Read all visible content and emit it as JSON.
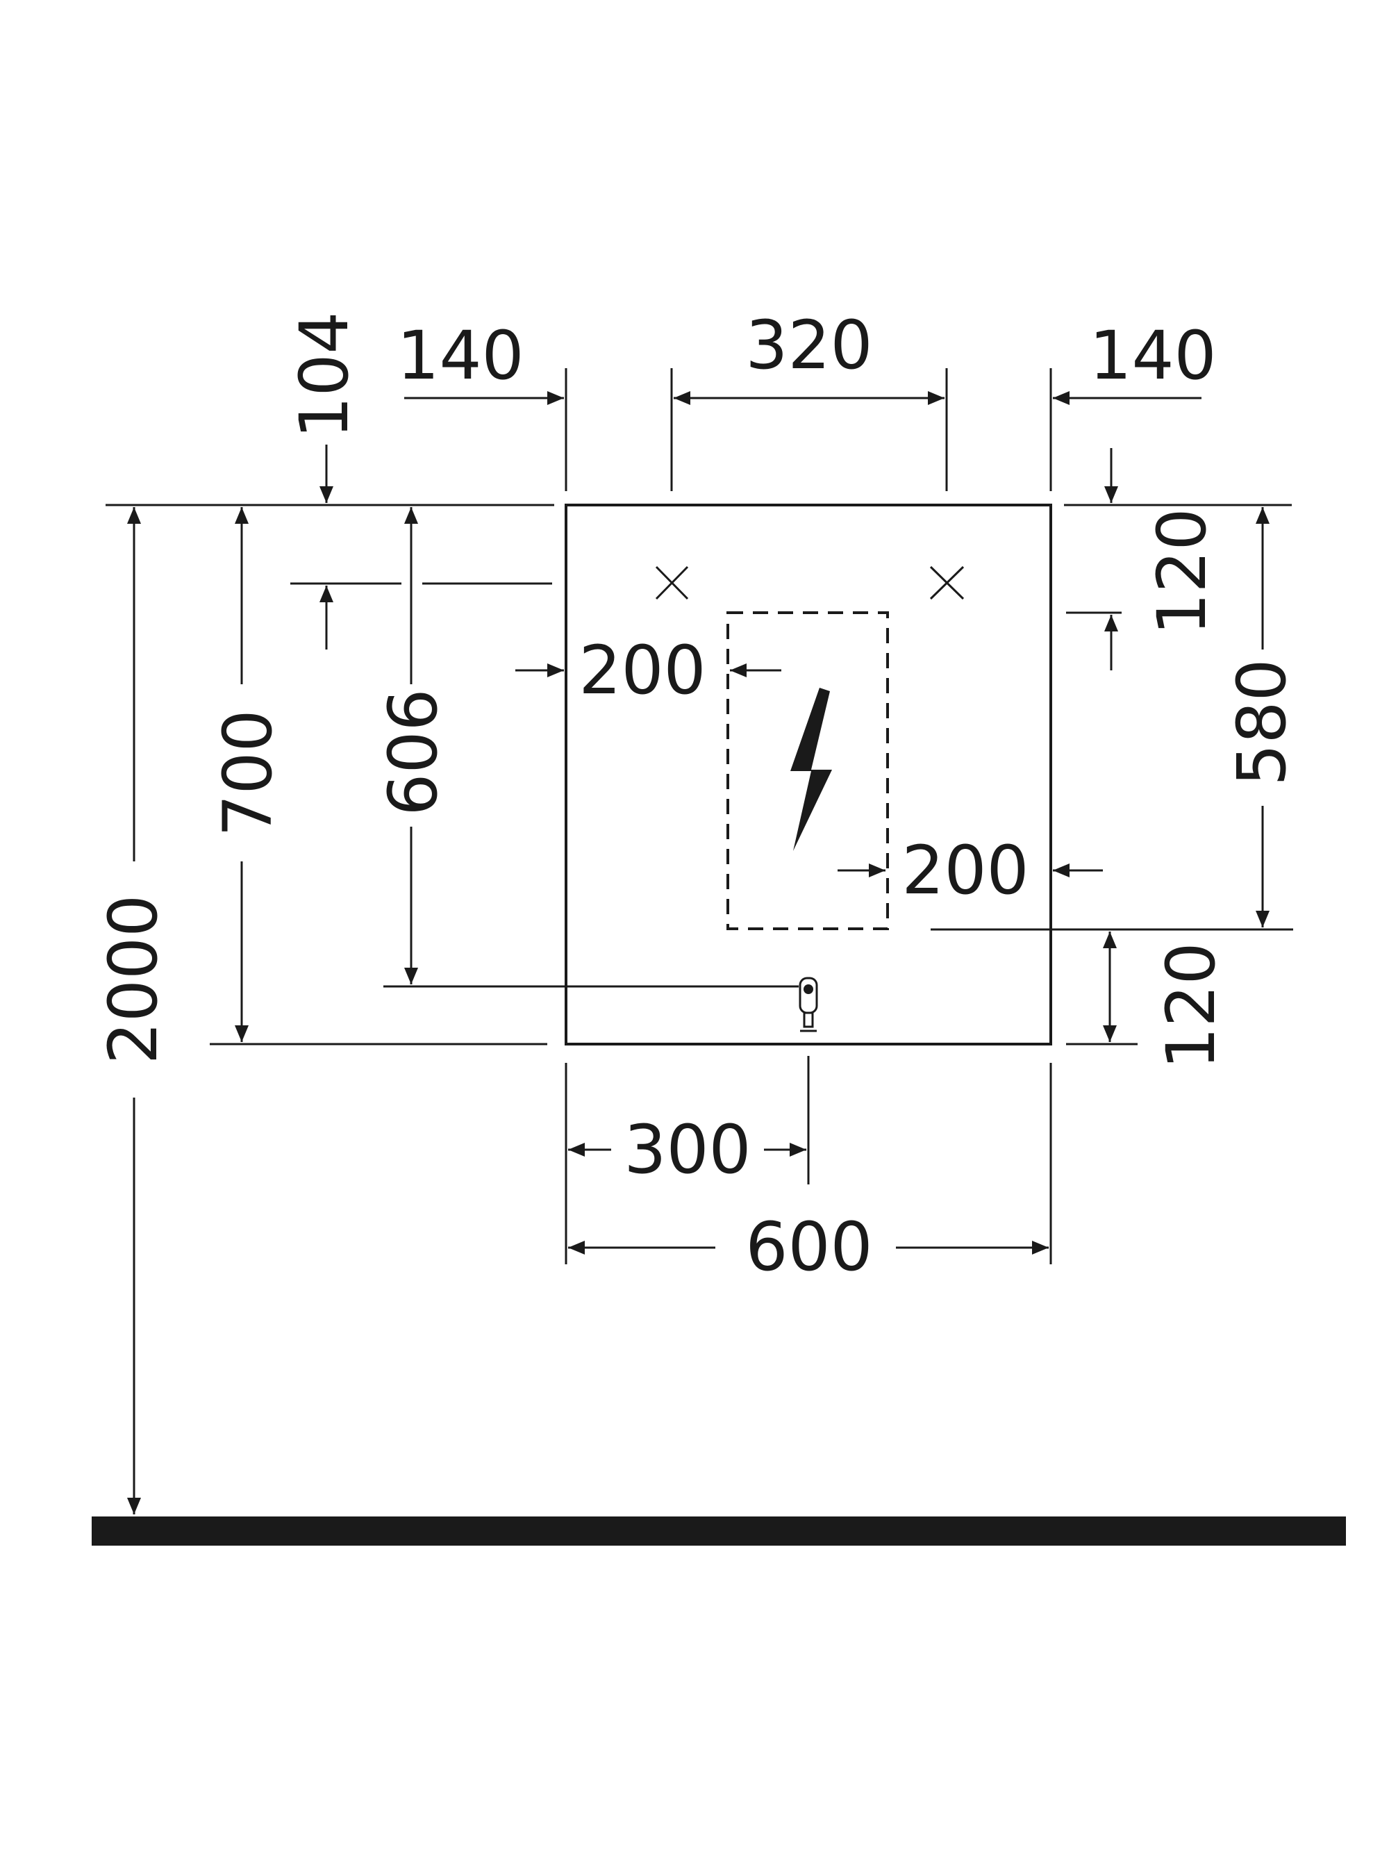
{
  "dimensions": {
    "top_left_104": "104",
    "top_left_140": "140",
    "top_center_320": "320",
    "top_right_140": "140",
    "right_120_top": "120",
    "right_580": "580",
    "right_120_bottom": "120",
    "left_2000": "2000",
    "left_700": "700",
    "left_606": "606",
    "inner_left_200": "200",
    "inner_right_200": "200",
    "bottom_300": "300",
    "bottom_600": "600"
  },
  "symbols": {
    "electrical_zone": "lightning-icon",
    "mounting_points": "cross-mark-icon",
    "water_outlet": "outlet-icon"
  },
  "colors": {
    "line": "#1a1a1a",
    "background": "#ffffff"
  }
}
